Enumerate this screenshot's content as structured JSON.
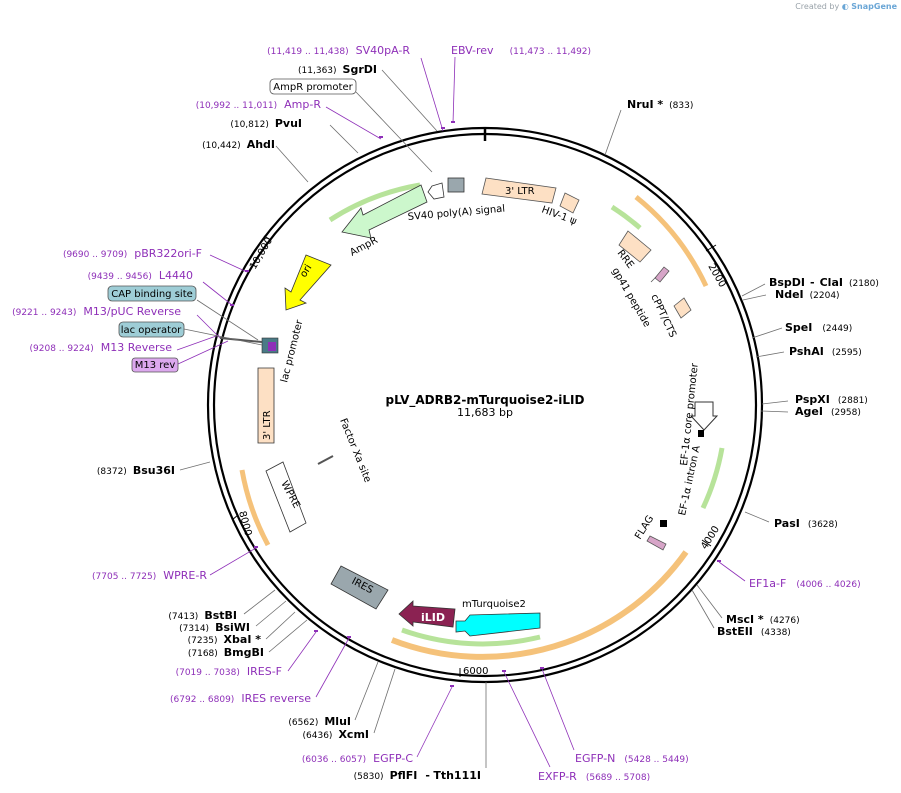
{
  "credit": {
    "prefix": "Created by",
    "brand": "SnapGene"
  },
  "plasmid": {
    "name": "pLV_ADRB2-mTurquoise2-iLID",
    "length_label": "11,683 bp"
  },
  "ruler": [
    "2000",
    "4000",
    "6000",
    "8000",
    "10,000"
  ],
  "enzymes": [
    {
      "name": "NruI *",
      "num": "(833)"
    },
    {
      "name": "BspDI",
      "name2": "ClaI",
      "num": "(2180)"
    },
    {
      "name": "NdeI",
      "num": "(2204)"
    },
    {
      "name": "SpeI",
      "num": "(2449)"
    },
    {
      "name": "PshAI",
      "num": "(2595)"
    },
    {
      "name": "PspXI",
      "num": "(2881)"
    },
    {
      "name": "AgeI",
      "num": "(2958)"
    },
    {
      "name": "PasI",
      "num": "(3628)"
    },
    {
      "name": "MscI *",
      "num": "(4276)"
    },
    {
      "name": "BstEII",
      "num": "(4338)"
    },
    {
      "name": "PflFI",
      "name2": "Tth111I",
      "num": "(5830)"
    },
    {
      "name": "XcmI",
      "num": "(6436)"
    },
    {
      "name": "MluI",
      "num": "(6562)"
    },
    {
      "name": "BmgBI",
      "num": "(7168)"
    },
    {
      "name": "XbaI *",
      "num": "(7235)"
    },
    {
      "name": "BsiWI",
      "num": "(7314)"
    },
    {
      "name": "BstBI",
      "num": "(7413)"
    },
    {
      "name": "Bsu36I",
      "num": "(8372)"
    },
    {
      "name": "AhdI",
      "num": "(10,442)"
    },
    {
      "name": "PvuI",
      "num": "(10,812)"
    },
    {
      "name": "SgrDI",
      "num": "(11,363)"
    }
  ],
  "primers": [
    {
      "name": "SV40pA-R",
      "num": "(11,419 .. 11,438)"
    },
    {
      "name": "EBV-rev",
      "num": "(11,473 .. 11,492)"
    },
    {
      "name": "Amp-R",
      "num": "(10,992 .. 11,011)"
    },
    {
      "name": "pBR322ori-F",
      "num": "(9690 .. 9709)"
    },
    {
      "name": "L4440",
      "num": "(9439 .. 9456)"
    },
    {
      "name": "M13/pUC Reverse",
      "num": "(9221 .. 9243)"
    },
    {
      "name": "M13 Reverse",
      "num": "(9208 .. 9224)"
    },
    {
      "name": "WPRE-R",
      "num": "(7705 .. 7725)"
    },
    {
      "name": "IRES-F",
      "num": "(7019 .. 7038)"
    },
    {
      "name": "IRES reverse",
      "num": "(6792 .. 6809)"
    },
    {
      "name": "EGFP-C",
      "num": "(6036 .. 6057)"
    },
    {
      "name": "EXFP-R",
      "num": "(5689 .. 5708)"
    },
    {
      "name": "EGFP-N",
      "num": "(5428 .. 5449)"
    },
    {
      "name": "EF1a-F",
      "num": "(4006 .. 4026)"
    }
  ],
  "boxed_labels": {
    "ampr_promoter": "AmpR promoter",
    "cap": "CAP binding site",
    "lac_operator": "lac operator",
    "m13_rev": "M13 rev"
  },
  "features": {
    "ltr3_top": "3' LTR",
    "hiv_psi": "HIV-1 ψ",
    "rre": "RRE",
    "gp41": "gp41 peptide",
    "cppt": "cPPT/CTS",
    "ef1a_core": "EF-1α core promoter",
    "ef1a_intron": "EF-1α intron A",
    "flag": "FLAG",
    "mturquoise": "mTurquoise2",
    "ilid": "iLID",
    "ires": "IRES",
    "wpre": "WPRE",
    "factor_xa": "Factor Xa site",
    "ltr3_left": "3' LTR",
    "lac_promoter": "lac promoter",
    "ori": "ori",
    "ampr": "AmpR",
    "sv40": "SV40 poly(A) signal"
  },
  "colors": {
    "primer": "#8e2fb8",
    "ltr": "#fde0c4",
    "ampr": "#ccf7cc",
    "ori": "#ffff00",
    "mturquoise": "#00ffff",
    "ilid": "#8b2252",
    "ires": "#9aa7ad",
    "orf_orange": "#f5a623",
    "orf_green": "#7ec850",
    "box_teal": "#9ecdd6",
    "box_violet": "#dca8ee"
  }
}
